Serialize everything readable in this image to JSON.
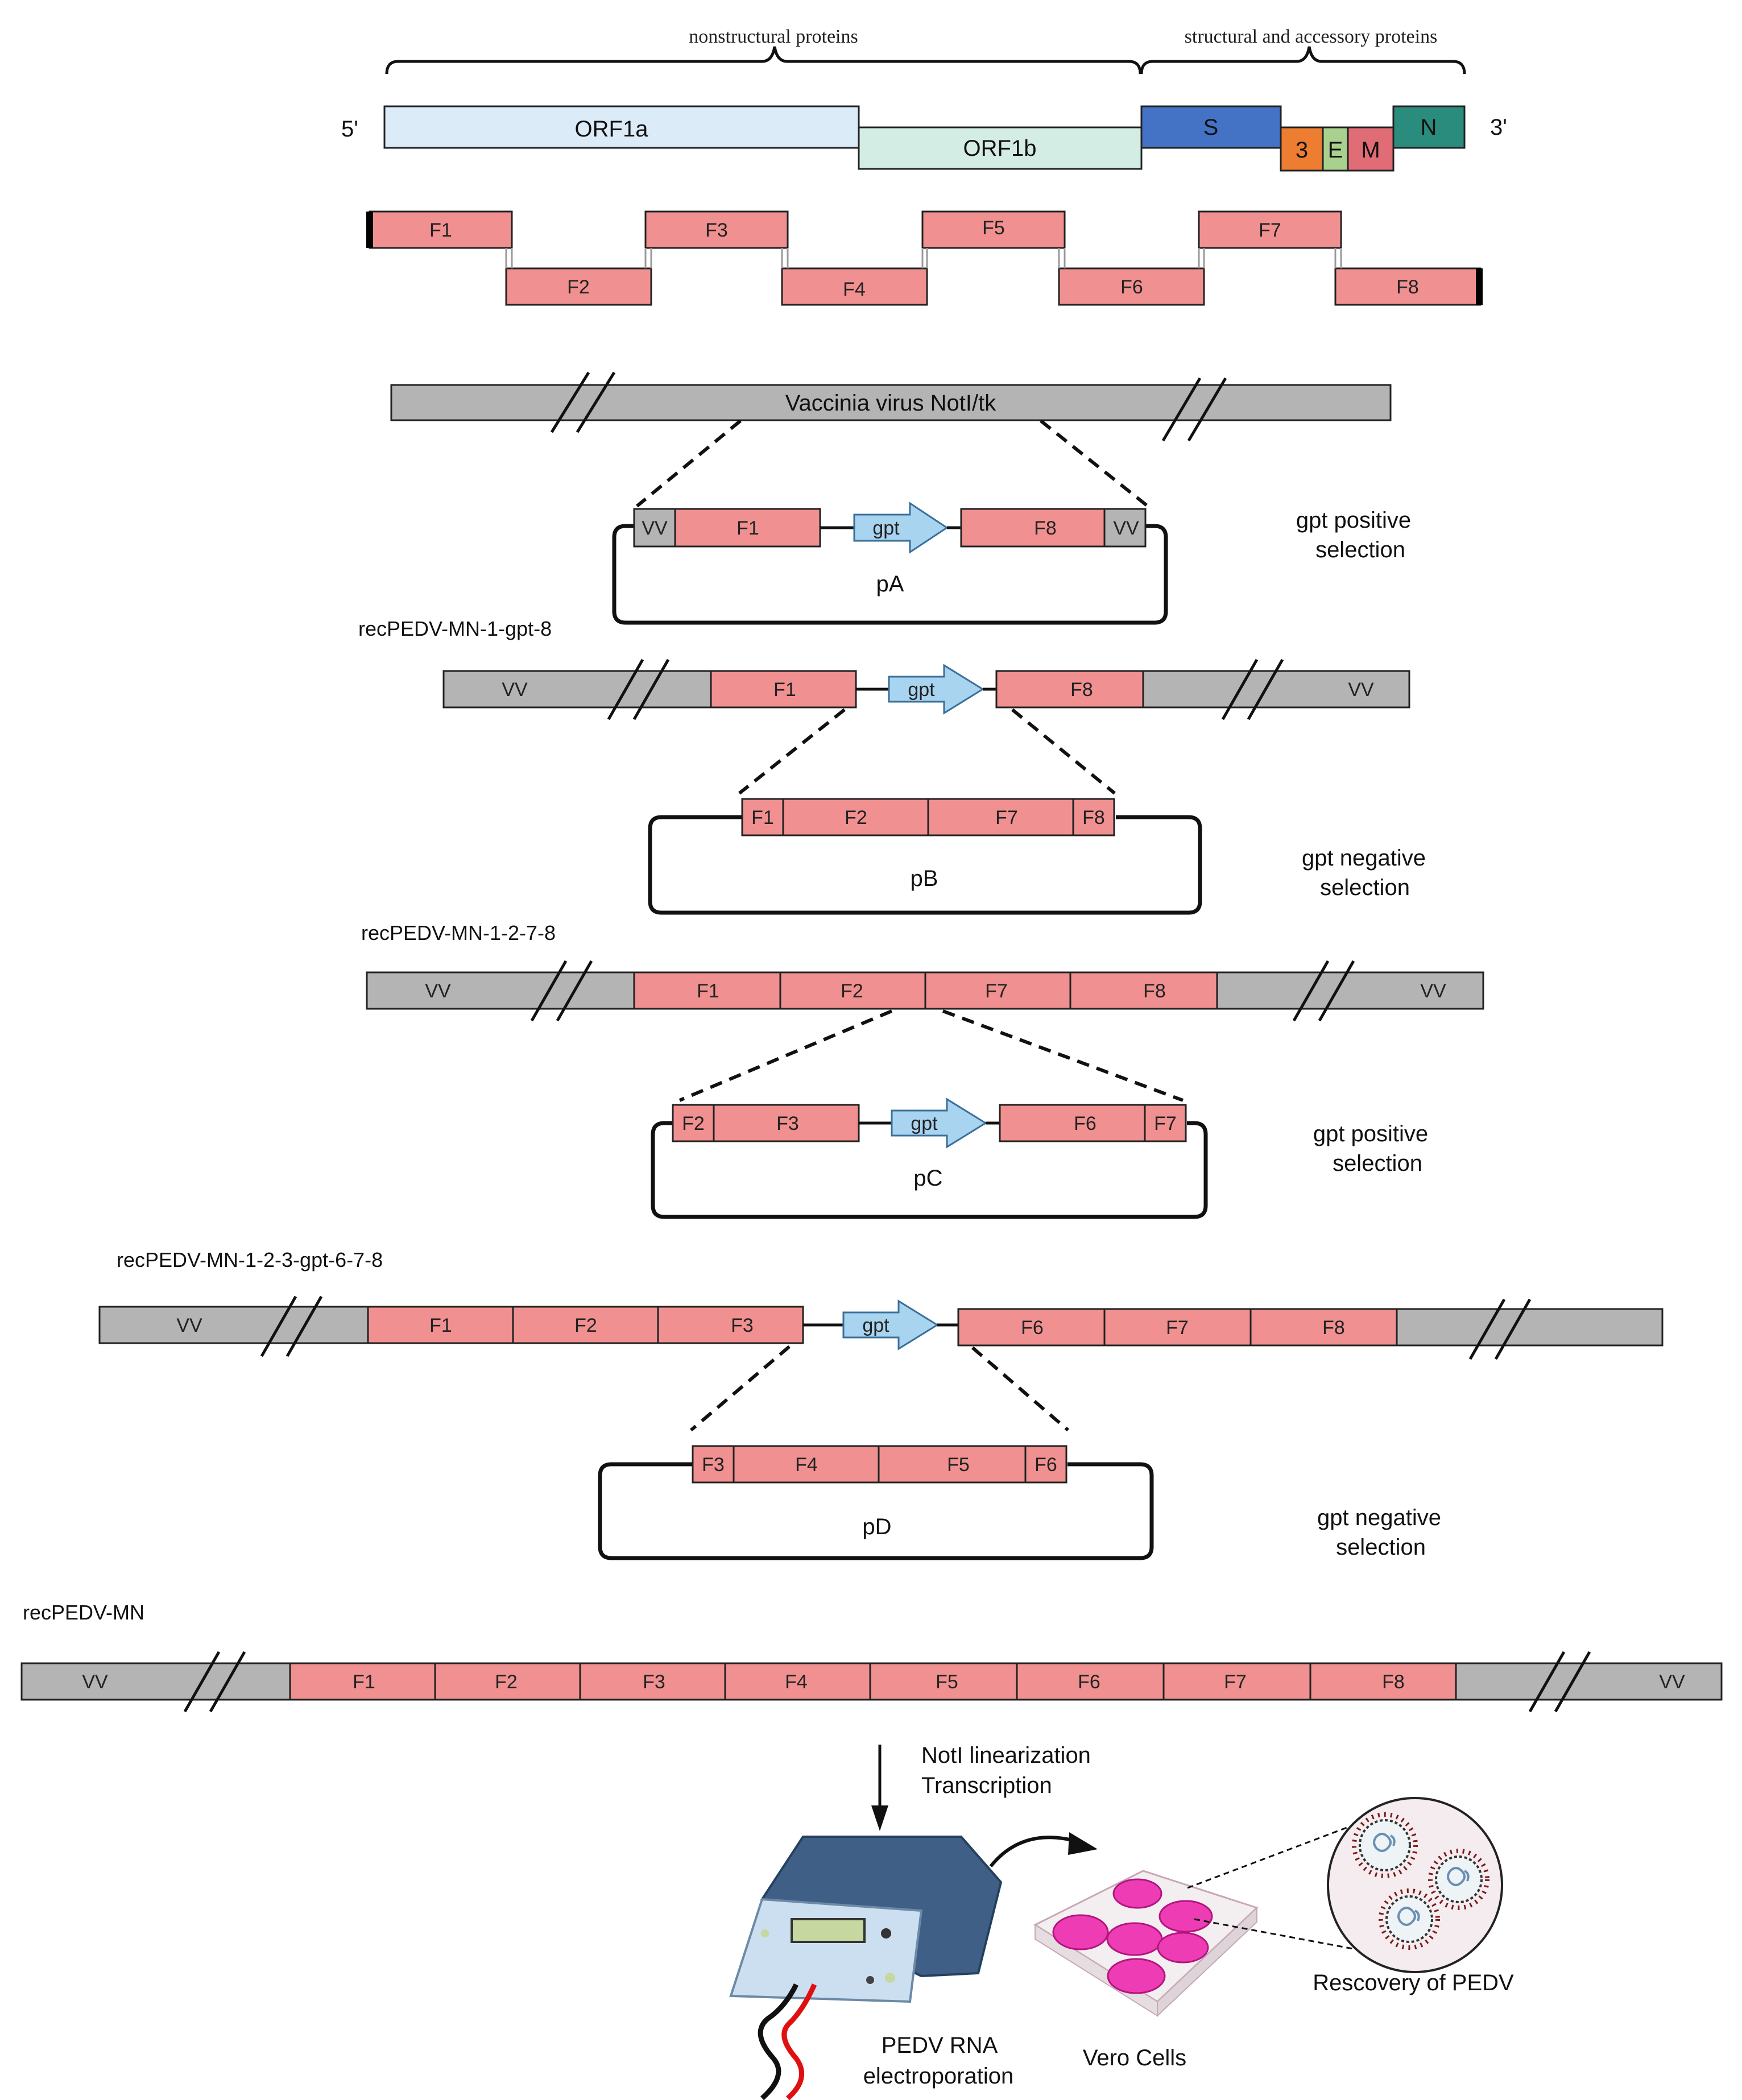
{
  "genome": {
    "five_prime": "5'",
    "three_prime": "3'",
    "group_nonstructural": "nonstructural proteins",
    "group_structural": "structural and accessory proteins",
    "orf1a": "ORF1a",
    "orf1b": "ORF1b",
    "s": "S",
    "orf3": "3",
    "e": "E",
    "m": "M",
    "n": "N"
  },
  "fragments": [
    "F1",
    "F2",
    "F3",
    "F4",
    "F5",
    "F6",
    "F7",
    "F8"
  ],
  "labels": {
    "vaccinia": "Vaccinia virus NotI/tk",
    "vv": "VV",
    "gpt": "gpt"
  },
  "plasmids": {
    "pA": "pA",
    "pB": "pB",
    "pC": "pC",
    "pD": "pD"
  },
  "selection": {
    "pos1_a": "gpt positive",
    "pos1_b": "selection",
    "neg1_a": "gpt negative",
    "neg1_b": "selection",
    "pos2_a": "gpt positive",
    "pos2_b": "selection",
    "neg2_a": "gpt negative",
    "neg2_b": "selection"
  },
  "recombinants": {
    "r1": "recPEDV-MN-1-gpt-8",
    "r2": "recPEDV-MN-1-2-7-8",
    "r3": "recPEDV-MN-1-2-3-gpt-6-7-8",
    "r4": "recPEDV-MN"
  },
  "final": {
    "step1": "NotI linearization",
    "step2": "Transcription",
    "electro1": "PEDV RNA",
    "electro2": "electroporation",
    "vero": "Vero Cells",
    "recovery": "Rescovery of PEDV"
  },
  "colors": {
    "fragment": "#f09090",
    "vv": "#b4b4b4",
    "gpt": "#a8d4f0",
    "orf1a": "#dcebf8",
    "orf1b": "#d4ede4",
    "s": "#4472c4",
    "orf3": "#ed7d31",
    "e": "#a9d18e",
    "m": "#e06c75",
    "n": "#2a8c7c"
  }
}
